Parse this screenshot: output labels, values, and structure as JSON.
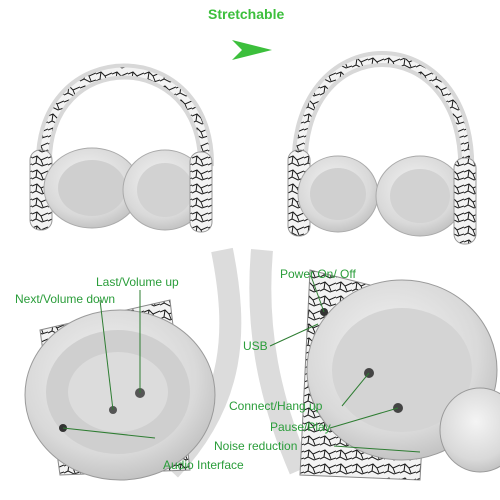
{
  "header": {
    "title": "Stretchable"
  },
  "callouts": {
    "last_volume_up": "Last/Volume up",
    "next_volume_down": "Next/Volume down",
    "power": "Power On/ Off",
    "usb": "USB",
    "connect": "Connect/Hang up",
    "pause_play": "Pause/Play",
    "noise_reduction": "Noise reduction",
    "audio_interface": "Audio Interface"
  },
  "colors": {
    "accent": "#3cbf3c",
    "label": "#2a9d3a",
    "line": "#2e7d32"
  }
}
